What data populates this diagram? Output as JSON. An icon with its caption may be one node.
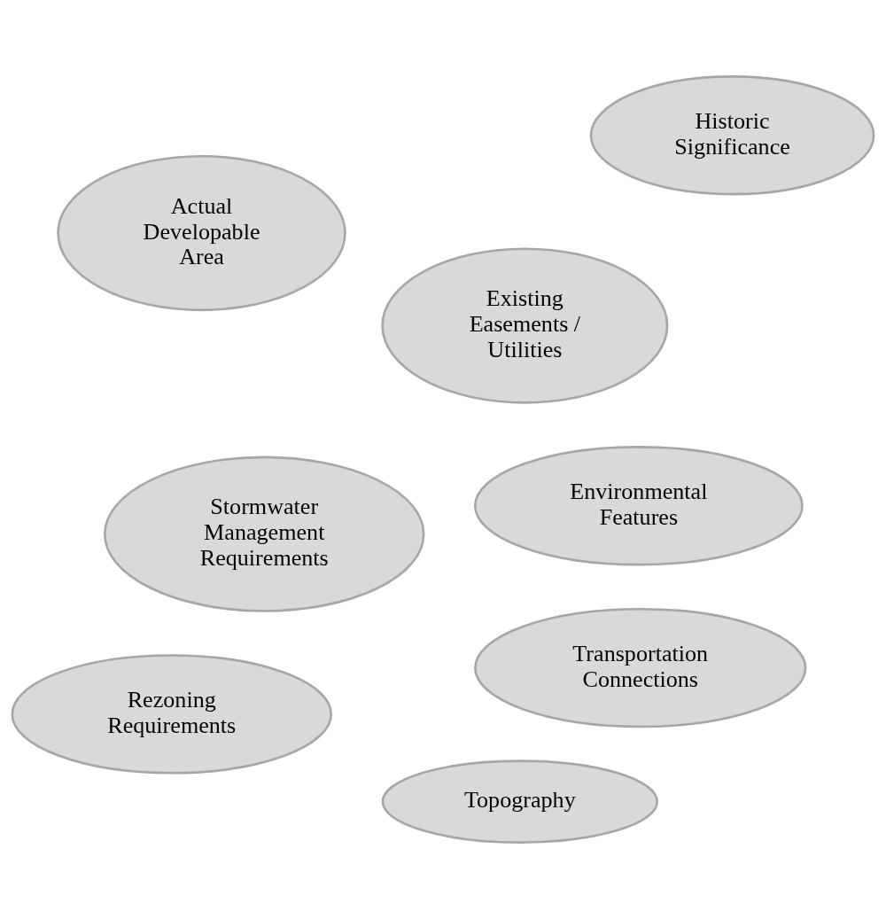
{
  "diagram": {
    "nodes": [
      {
        "text": [
          "Historic Significance"
        ]
      },
      {
        "text": [
          "Environmental Features"
        ]
      },
      {
        "text": [
          "Rezoning Requirements"
        ]
      },
      {
        "text": [
          "Stormwater Management Requirements"
        ]
      },
      {
        "text": [
          "Topography"
        ]
      },
      {
        "text": [
          "Existing Easements / Utilities"
        ]
      },
      {
        "text": [
          "Transportation Connections"
        ]
      },
      {
        "text": [
          "Actual Developable Area"
        ]
      }
    ]
  }
}
